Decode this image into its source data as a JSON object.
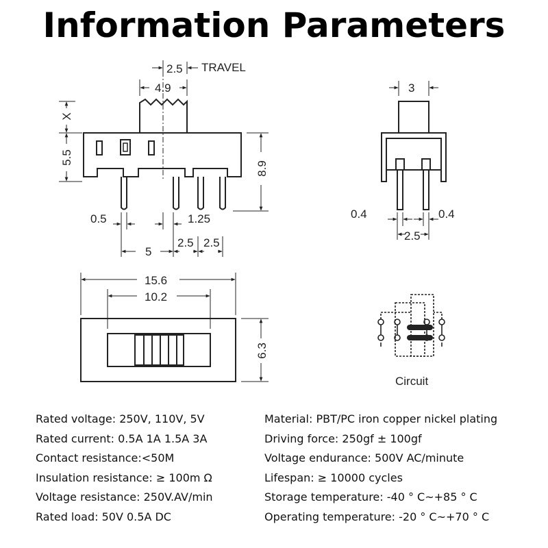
{
  "title": "Information Parameters",
  "side_view": {
    "travel_value": "2.5",
    "travel_label": "TRAVEL",
    "actuator_width": "4.9",
    "actuator_height": "X",
    "body_height": "5.5",
    "total_height": "8.9",
    "pin_width": "0.5",
    "pin_gap": "1.25",
    "pin_span": "5",
    "pin_pitch_a": "2.5",
    "pin_pitch_b": "2.5"
  },
  "end_view": {
    "actuator_width": "3",
    "pin_left": "0.4",
    "pin_right": "0.4",
    "pin_pitch": "2.5"
  },
  "top_view": {
    "overall_length": "15.6",
    "mount_pitch": "10.2",
    "width": "6.3"
  },
  "circuit": {
    "label": "Circuit"
  },
  "specs": {
    "left": [
      "Rated voltage: 250V, 110V, 5V",
      "Rated current: 0.5A 1A 1.5A 3A",
      "Contact resistance:<50M",
      "Insulation resistance: ≥ 100m Ω",
      "Voltage resistance: 250V.AV/min",
      "Rated load: 50V 0.5A DC"
    ],
    "right": [
      "Material: PBT/PC iron copper nickel plating",
      "Driving force: 250gf ± 100gf",
      "Voltage endurance: 500V AC/minute",
      "Lifespan: ≥ 10000 cycles",
      "Storage temperature: -40 ° C~+85 ° C",
      "Operating temperature: -20 ° C~+70 ° C"
    ]
  }
}
